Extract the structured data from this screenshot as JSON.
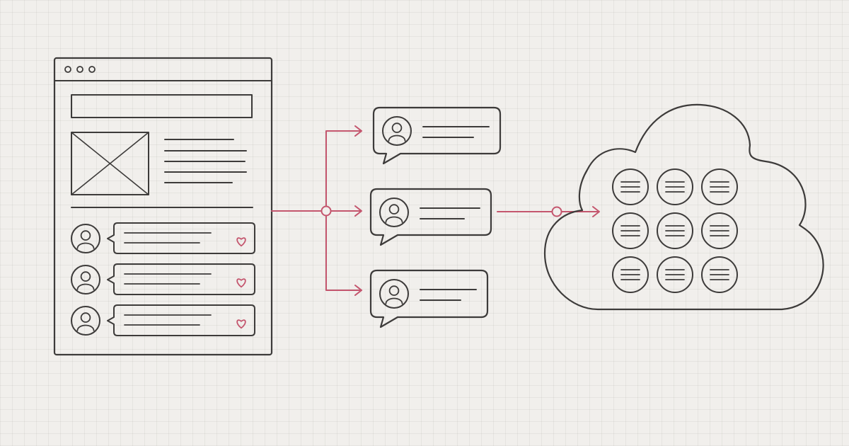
{
  "colors": {
    "ink": "#3d3b3a",
    "accent": "#c4566e",
    "paper": "#f1efec"
  },
  "browser_window": {
    "window_dots": 3,
    "comments": [
      {
        "avatar": "user-icon",
        "liked": true
      },
      {
        "avatar": "user-icon",
        "liked": true
      },
      {
        "avatar": "user-icon",
        "liked": true
      }
    ]
  },
  "speech_bubbles": [
    {
      "avatar": "user-icon"
    },
    {
      "avatar": "user-icon"
    },
    {
      "avatar": "user-icon"
    }
  ],
  "cloud_storage": {
    "records": 9,
    "rows": 3,
    "cols": 3
  }
}
